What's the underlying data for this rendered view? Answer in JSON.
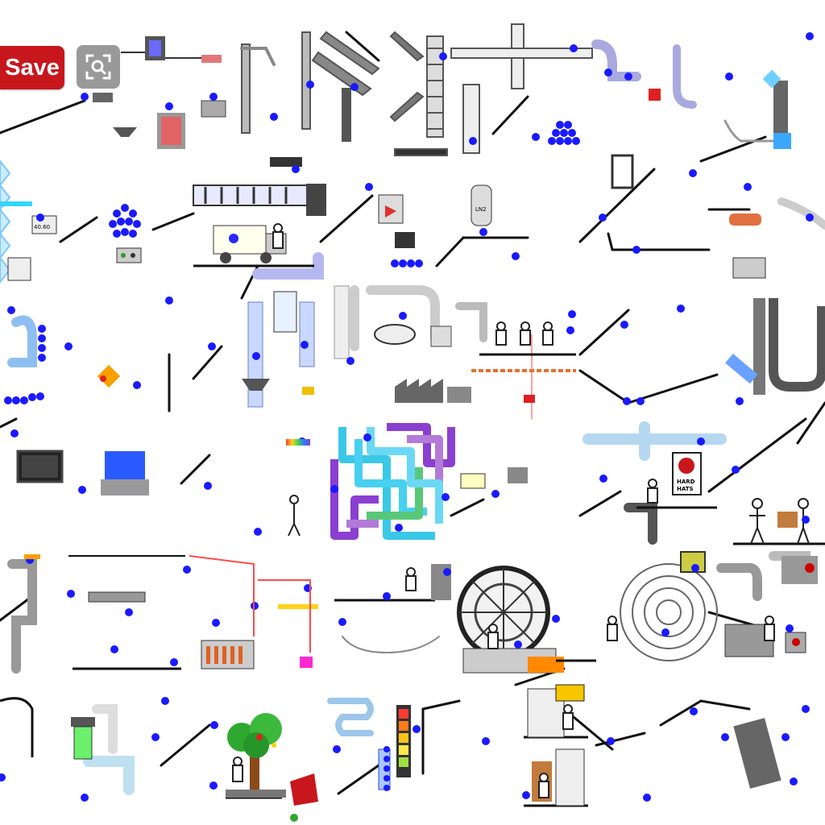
{
  "toolbar": {
    "save_label": "Save",
    "zoom_icon": "zoom-icon"
  },
  "labels": {
    "ln2": "LN2",
    "hard_hats_line1": "HARD",
    "hard_hats_line2": "HATS",
    "gauge": "40.60"
  },
  "colors": {
    "save_red": "#c8161d",
    "zoom_gray": "#8e8e8e",
    "ball_blue": "#1a1aff",
    "maze_purple": "#8a3fd1",
    "maze_cyan": "#3ac8e6",
    "maze_green": "#58c878",
    "tree_green": "#2ea82e"
  }
}
